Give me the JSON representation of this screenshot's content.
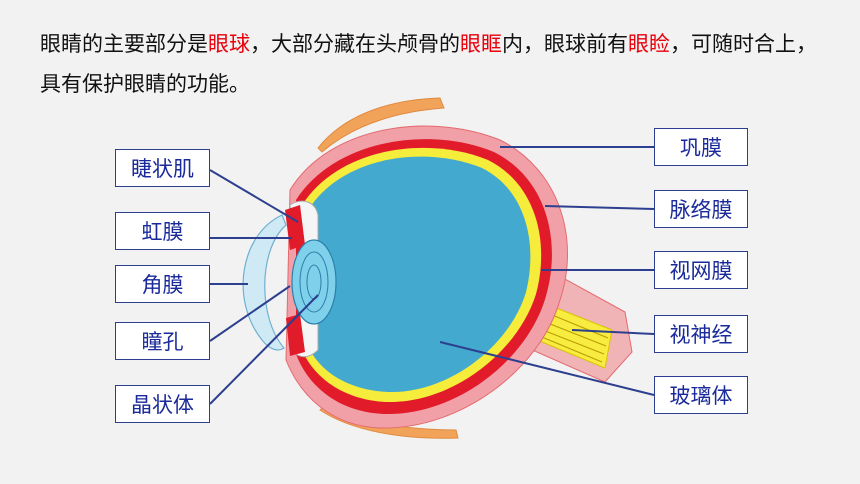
{
  "intro": {
    "s1": "眼睛的主要部分是",
    "h1": "眼球",
    "s2": "，大部分藏在头颅骨的",
    "h2": "眼眶",
    "s3": "内，眼球前有",
    "h3": "眼睑",
    "s4": "，可随时合上，具有保护眼睛的功能。"
  },
  "labels": {
    "ciliary": "睫状肌",
    "iris": "虹膜",
    "cornea": "角膜",
    "pupil": "瞳孔",
    "lens": "晶状体",
    "sclera": "巩膜",
    "choroid": "脉络膜",
    "retina": "视网膜",
    "optic_nerve": "视神经",
    "vitreous": "玻璃体"
  },
  "colors": {
    "highlight": "#e8000b",
    "label_text": "#1a2a9a",
    "label_border": "#2d3f8f",
    "leader_line": "#2d3f8f"
  }
}
